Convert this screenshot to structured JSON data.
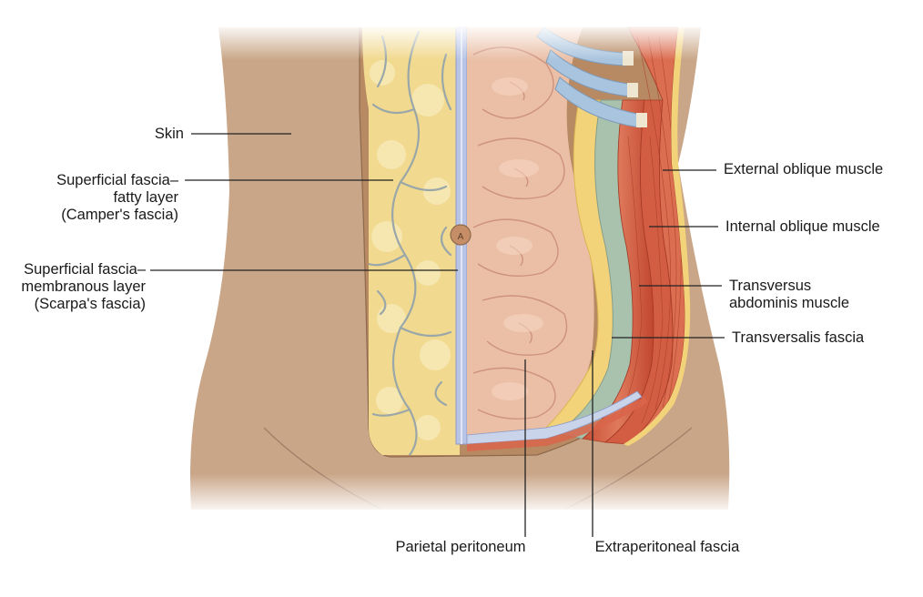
{
  "labels": {
    "skin": "Skin",
    "camper": {
      "line1": "Superficial fascia–",
      "line2": "fatty layer",
      "line3": "(Camper's fascia)"
    },
    "scarpa": {
      "line1": "Superficial fascia–",
      "line2": "membranous layer",
      "line3": "(Scarpa's fascia)"
    },
    "external_oblique": "External oblique muscle",
    "internal_oblique": "Internal oblique muscle",
    "transversus": {
      "line1": "Transversus",
      "line2": "abdominis muscle"
    },
    "transversalis_fascia": "Transversalis fascia",
    "parietal_peritoneum": "Parietal peritoneum",
    "extraperitoneal_fascia": "Extraperitoneal fascia"
  },
  "umbilicus_marker": "A",
  "colors": {
    "skin": "#c9a687",
    "skin_shadow": "#b08a6b",
    "fat": "#f1d98f",
    "fat_light": "#f8eab8",
    "vessel": "#9aa7a8",
    "membrane": "#b8c4e6",
    "intestine": "#eabfa6",
    "intestine_line": "#c98a76",
    "muscle": "#d9654a",
    "muscle_dark": "#b9452f",
    "fascia_green": "#a9c2ad",
    "rib_blue": "#a9c4de",
    "line": "#222222"
  }
}
